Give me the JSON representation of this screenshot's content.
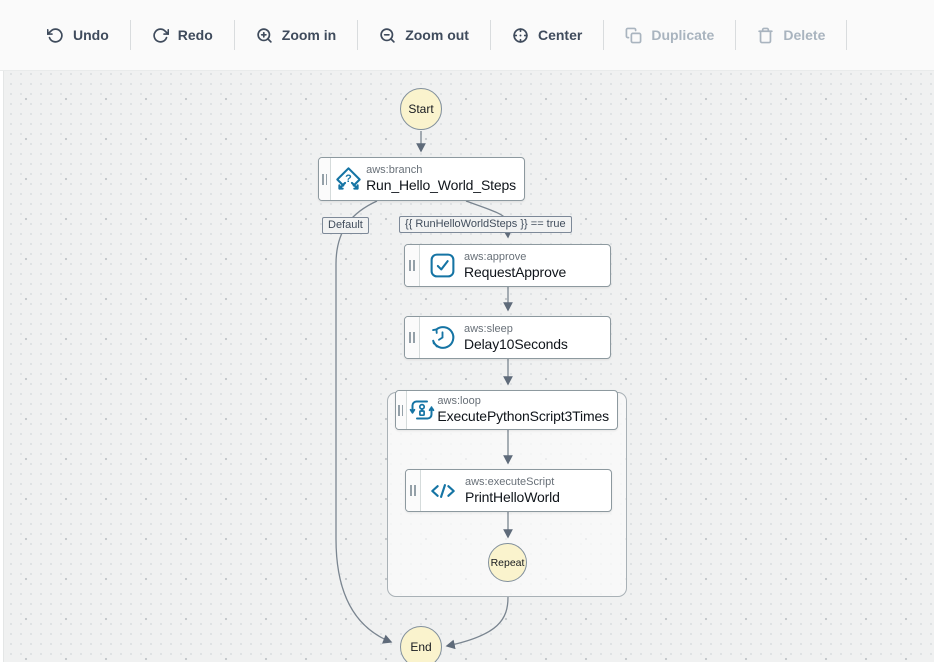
{
  "toolbar": {
    "buttons": [
      {
        "label": "Undo",
        "icon": "undo-icon",
        "enabled": true
      },
      {
        "label": "Redo",
        "icon": "redo-icon",
        "enabled": true
      },
      {
        "label": "Zoom in",
        "icon": "zoom-in-icon",
        "enabled": true
      },
      {
        "label": "Zoom out",
        "icon": "zoom-out-icon",
        "enabled": true
      },
      {
        "label": "Center",
        "icon": "center-icon",
        "enabled": true
      },
      {
        "label": "Duplicate",
        "icon": "duplicate-icon",
        "enabled": false
      },
      {
        "label": "Delete",
        "icon": "trash-icon",
        "enabled": false
      }
    ]
  },
  "canvas": {
    "start_label": "Start",
    "end_label": "End",
    "repeat_label": "Repeat",
    "edge_labels": {
      "default": "Default",
      "condition": "{{ RunHelloWorldSteps }} == true"
    },
    "nodes": [
      {
        "type": "aws:branch",
        "name": "Run_Hello_World_Steps",
        "icon": "branch-icon"
      },
      {
        "type": "aws:approve",
        "name": "RequestApprove",
        "icon": "approve-icon"
      },
      {
        "type": "aws:sleep",
        "name": "Delay10Seconds",
        "icon": "sleep-icon"
      },
      {
        "type": "aws:loop",
        "name": "ExecutePythonScript3Times",
        "icon": "loop-icon"
      },
      {
        "type": "aws:executeScript",
        "name": "PrintHelloWorld",
        "icon": "code-icon"
      }
    ],
    "colors": {
      "accent_blue": "#1574a4",
      "node_border": "#8d999f",
      "edge_gray": "#7a8590",
      "terminal_fill": "#faf3cd",
      "canvas_bg": "#f0f1f1"
    }
  }
}
